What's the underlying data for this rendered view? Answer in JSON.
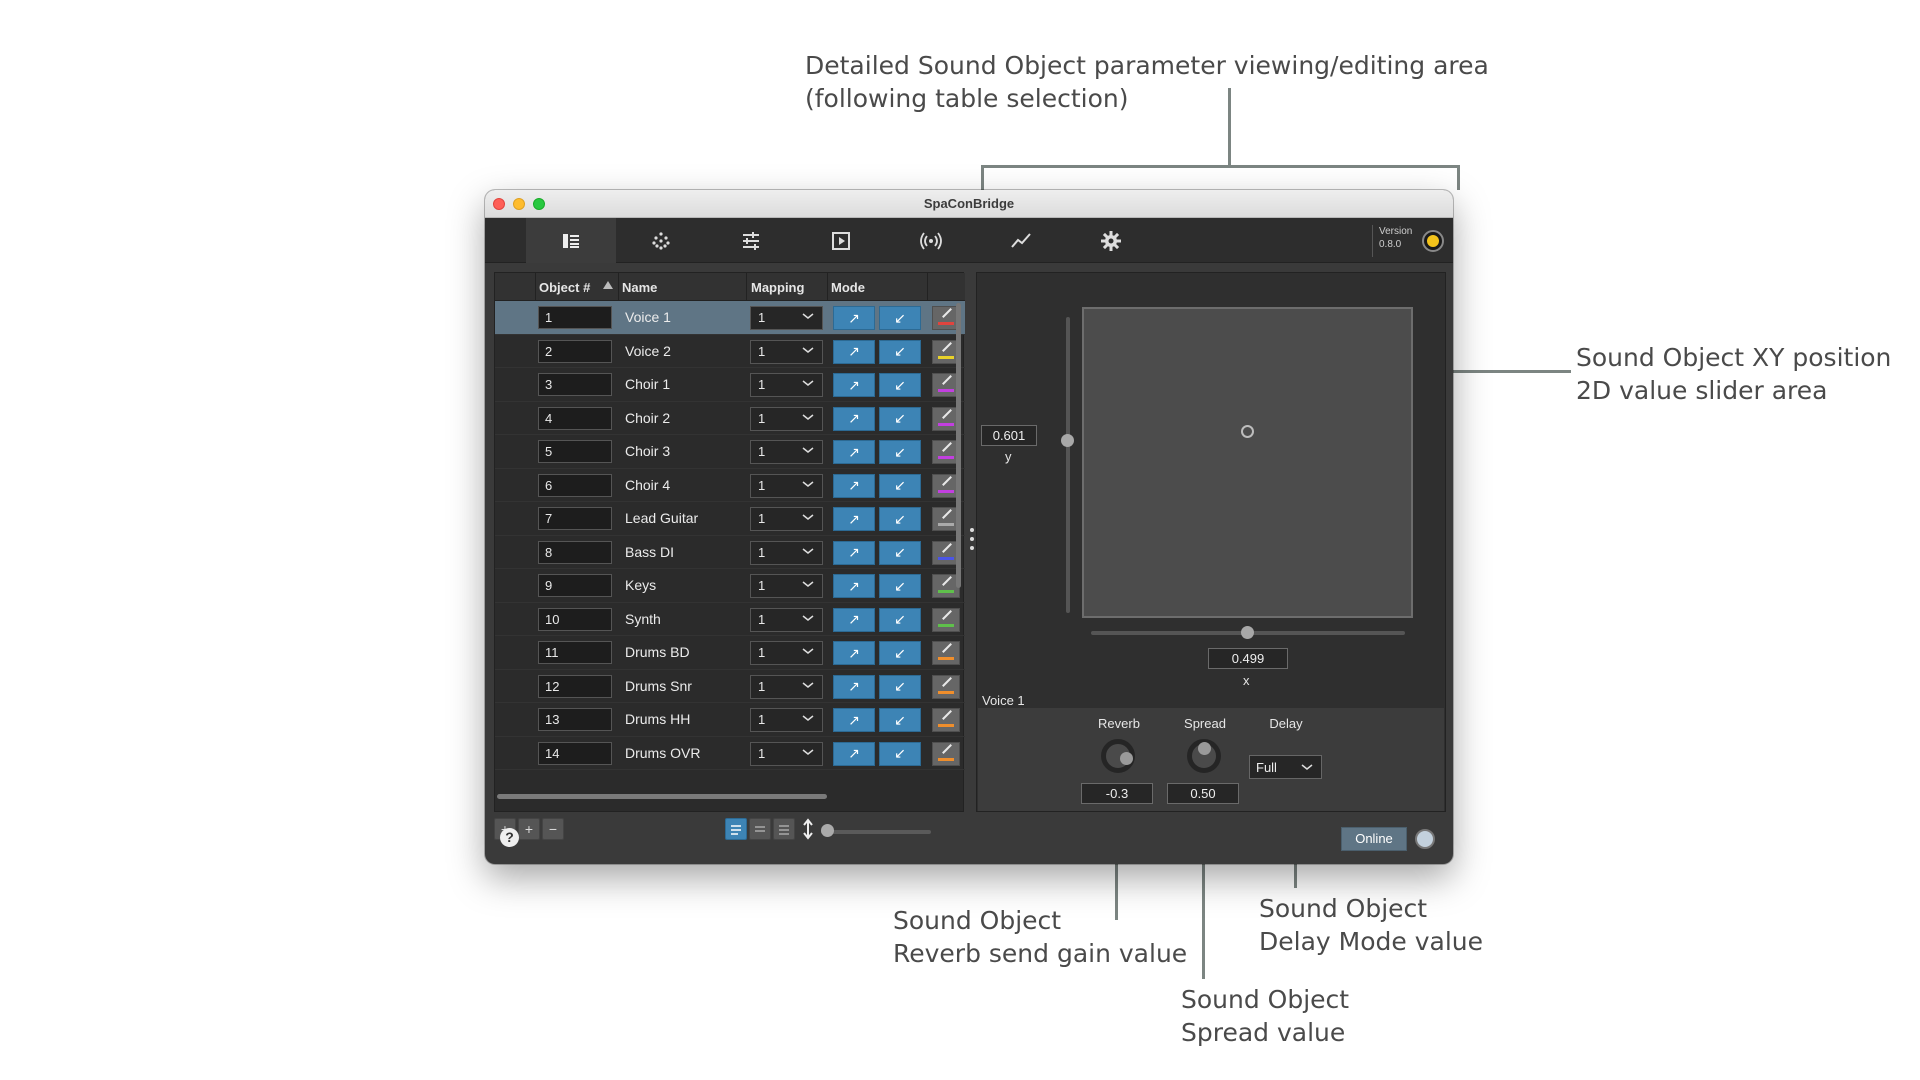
{
  "annotations": {
    "top": [
      "Detailed Sound Object parameter viewing/editing area",
      "(following table selection)"
    ],
    "right": [
      "Sound Object XY position",
      "2D value slider area"
    ],
    "reverb": [
      "Sound Object",
      "Reverb send gain value"
    ],
    "spread": [
      "Sound Object",
      "Spread value"
    ],
    "delay": [
      "Sound Object",
      "Delay Mode value"
    ]
  },
  "window": {
    "title": "SpaConBridge"
  },
  "tabs": [
    {
      "icon": "table-icon",
      "active": true
    },
    {
      "icon": "multislider-icon"
    },
    {
      "icon": "sliders-icon"
    },
    {
      "icon": "scenes-play-icon"
    },
    {
      "icon": "broadcast-icon"
    },
    {
      "icon": "statistics-chart-icon"
    },
    {
      "icon": "gear-icon"
    }
  ],
  "version": {
    "label": "Version",
    "number": "0.8.0"
  },
  "table": {
    "headers": {
      "object": "Object #",
      "name": "Name",
      "mapping": "Mapping",
      "mode": "Mode"
    },
    "rows": [
      {
        "num": "1",
        "name": "Voice 1",
        "mapping": "1",
        "color": "#e0443e",
        "selected": true
      },
      {
        "num": "2",
        "name": "Voice 2",
        "mapping": "1",
        "color": "#e8d22a"
      },
      {
        "num": "3",
        "name": "Choir 1",
        "mapping": "1",
        "color": "#c23fe0"
      },
      {
        "num": "4",
        "name": "Choir 2",
        "mapping": "1",
        "color": "#c23fe0"
      },
      {
        "num": "5",
        "name": "Choir 3",
        "mapping": "1",
        "color": "#c23fe0"
      },
      {
        "num": "6",
        "name": "Choir 4",
        "mapping": "1",
        "color": "#c23fe0"
      },
      {
        "num": "7",
        "name": "Lead Guitar",
        "mapping": "1",
        "color": "#aaaaaa"
      },
      {
        "num": "8",
        "name": "Bass DI",
        "mapping": "1",
        "color": "#4b55e6"
      },
      {
        "num": "9",
        "name": "Keys",
        "mapping": "1",
        "color": "#5fc04b"
      },
      {
        "num": "10",
        "name": "Synth",
        "mapping": "1",
        "color": "#5fc04b"
      },
      {
        "num": "11",
        "name": "Drums BD",
        "mapping": "1",
        "color": "#ef8e2c"
      },
      {
        "num": "12",
        "name": "Drums Snr",
        "mapping": "1",
        "color": "#ef8e2c"
      },
      {
        "num": "13",
        "name": "Drums HH",
        "mapping": "1",
        "color": "#ef8e2c"
      },
      {
        "num": "14",
        "name": "Drums OVR",
        "mapping": "1",
        "color": "#ef8e2c"
      }
    ],
    "footer": {
      "add": "+",
      "add_multi": "+",
      "remove": "−"
    }
  },
  "detail": {
    "object_name": "Voice 1",
    "y_value": "0.601",
    "y_label": "y",
    "x_value": "0.499",
    "x_label": "x",
    "reverb_label": "Reverb",
    "reverb_value": "-0.3",
    "spread_label": "Spread",
    "spread_value": "0.50",
    "delay_label": "Delay",
    "delay_value": "Full"
  },
  "bottom": {
    "help": "?",
    "online": "Online"
  },
  "colors": {
    "accent_blue": "#3d84b5",
    "selection": "#5f7585",
    "power_led": "#f3c31b"
  }
}
